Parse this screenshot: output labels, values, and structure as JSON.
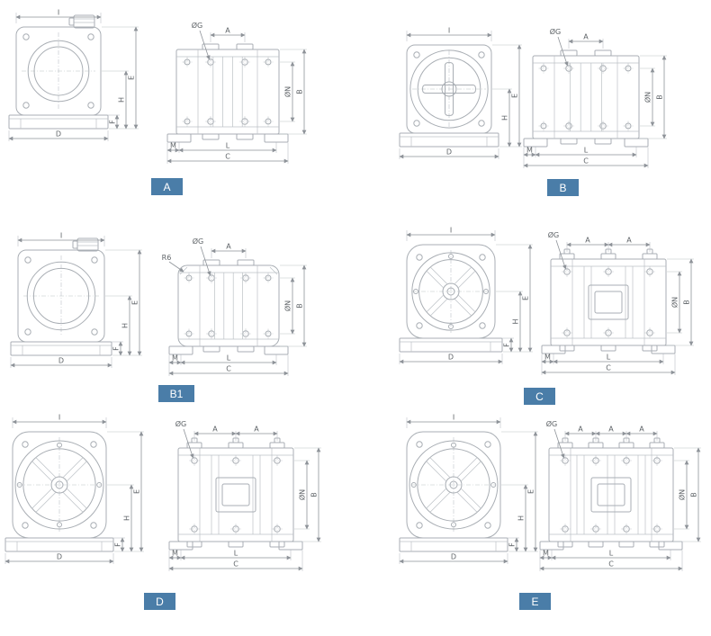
{
  "sheet": {
    "background": "#ffffff"
  },
  "colors": {
    "line": "#a9aeb4",
    "line_light": "#bcc1c6",
    "dim_line": "#8e9399",
    "dim_text": "#5f6468",
    "badge_bg": "#4a7da8",
    "badge_text": "#ffffff"
  },
  "panels": [
    {
      "id": "A",
      "badge_label": "A",
      "front_view": {
        "top_dim": "I",
        "bottom_dim": "D",
        "side_dims": [
          "E",
          "F",
          "H"
        ]
      },
      "side_view": {
        "hole_dim": "ØG",
        "top_dims": [
          "A"
        ],
        "right_dims": [
          "ØN",
          "B"
        ],
        "bottom_dims": [
          "M",
          "L",
          "C"
        ],
        "note": ""
      }
    },
    {
      "id": "B",
      "badge_label": "B",
      "front_view": {
        "top_dim": "I",
        "bottom_dim": "D",
        "side_dims": [
          "E",
          "H"
        ]
      },
      "side_view": {
        "hole_dim": "ØG",
        "top_dims": [
          "A"
        ],
        "right_dims": [
          "ØN",
          "B"
        ],
        "bottom_dims": [
          "M",
          "L",
          "C"
        ],
        "note": ""
      }
    },
    {
      "id": "B1",
      "badge_label": "B1",
      "front_view": {
        "top_dim": "I",
        "bottom_dim": "D",
        "side_dims": [
          "E",
          "F",
          "H"
        ]
      },
      "side_view": {
        "hole_dim": "ØG",
        "top_dims": [
          "A"
        ],
        "right_dims": [
          "ØN",
          "B"
        ],
        "bottom_dims": [
          "M",
          "L",
          "C"
        ],
        "note": "R6"
      }
    },
    {
      "id": "C",
      "badge_label": "C",
      "front_view": {
        "top_dim": "I",
        "bottom_dim": "D",
        "side_dims": [
          "E",
          "F",
          "H"
        ]
      },
      "side_view": {
        "hole_dim": "ØG",
        "top_dims": [
          "A",
          "A"
        ],
        "right_dims": [
          "ØN",
          "B"
        ],
        "bottom_dims": [
          "M",
          "L",
          "C"
        ],
        "note": ""
      }
    },
    {
      "id": "D",
      "badge_label": "D",
      "front_view": {
        "top_dim": "I",
        "bottom_dim": "D",
        "side_dims": [
          "E",
          "F",
          "H"
        ]
      },
      "side_view": {
        "hole_dim": "ØG",
        "top_dims": [
          "A",
          "A"
        ],
        "right_dims": [
          "ØN",
          "B"
        ],
        "bottom_dims": [
          "M",
          "L",
          "C"
        ],
        "note": ""
      }
    },
    {
      "id": "E",
      "badge_label": "E",
      "front_view": {
        "top_dim": "I",
        "bottom_dim": "D",
        "side_dims": [
          "E",
          "F",
          "H"
        ]
      },
      "side_view": {
        "hole_dim": "ØG",
        "top_dims": [
          "A",
          "A",
          "A"
        ],
        "right_dims": [
          "ØN",
          "B"
        ],
        "bottom_dims": [
          "M",
          "L",
          "C"
        ],
        "note": ""
      }
    }
  ]
}
